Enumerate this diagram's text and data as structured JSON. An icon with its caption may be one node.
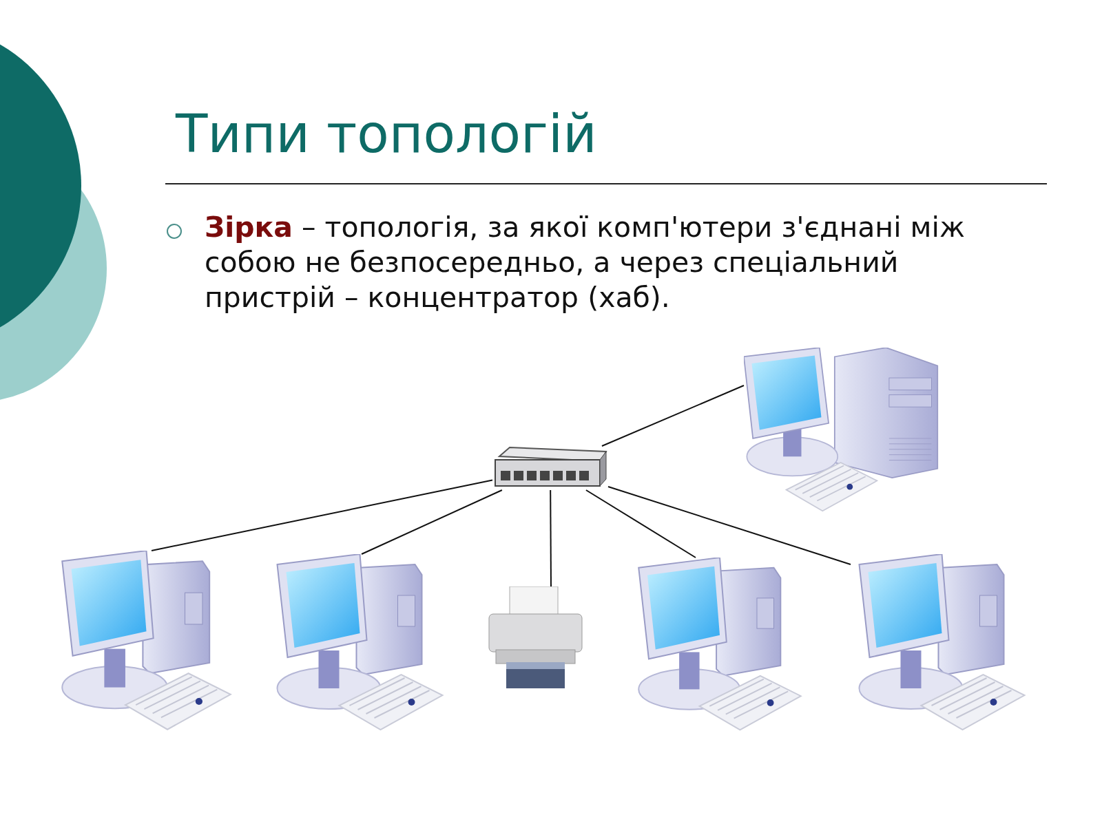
{
  "diagram": {
    "title": "Типи топологій",
    "nodes": [
      {
        "text": [],
        "shape": "picture"
      },
      {
        "text": [],
        "shape": "picture"
      },
      {
        "text": [],
        "shape": "picture"
      },
      {
        "text": [],
        "shape": "picture"
      },
      {
        "text": [],
        "shape": "picture"
      },
      {
        "text": [],
        "shape": "picture"
      },
      {
        "text": [],
        "shape": "picture"
      }
    ],
    "edges": [
      {
        "from": 1,
        "to": 0,
        "arrow": "none"
      },
      {
        "from": 1,
        "to": 2,
        "arrow": "none"
      },
      {
        "from": 1,
        "to": 3,
        "arrow": "none"
      },
      {
        "from": 1,
        "to": 4,
        "arrow": "none"
      },
      {
        "from": 1,
        "to": 5,
        "arrow": "none"
      },
      {
        "from": 1,
        "to": 6,
        "arrow": "none"
      }
    ],
    "labels": [
      "**Зірка** – топологія, за якої комп'ютери з'єднані між собою не безпосередньо, а через спеціальний пристрій – концентратор (хаб)."
    ]
  }
}
